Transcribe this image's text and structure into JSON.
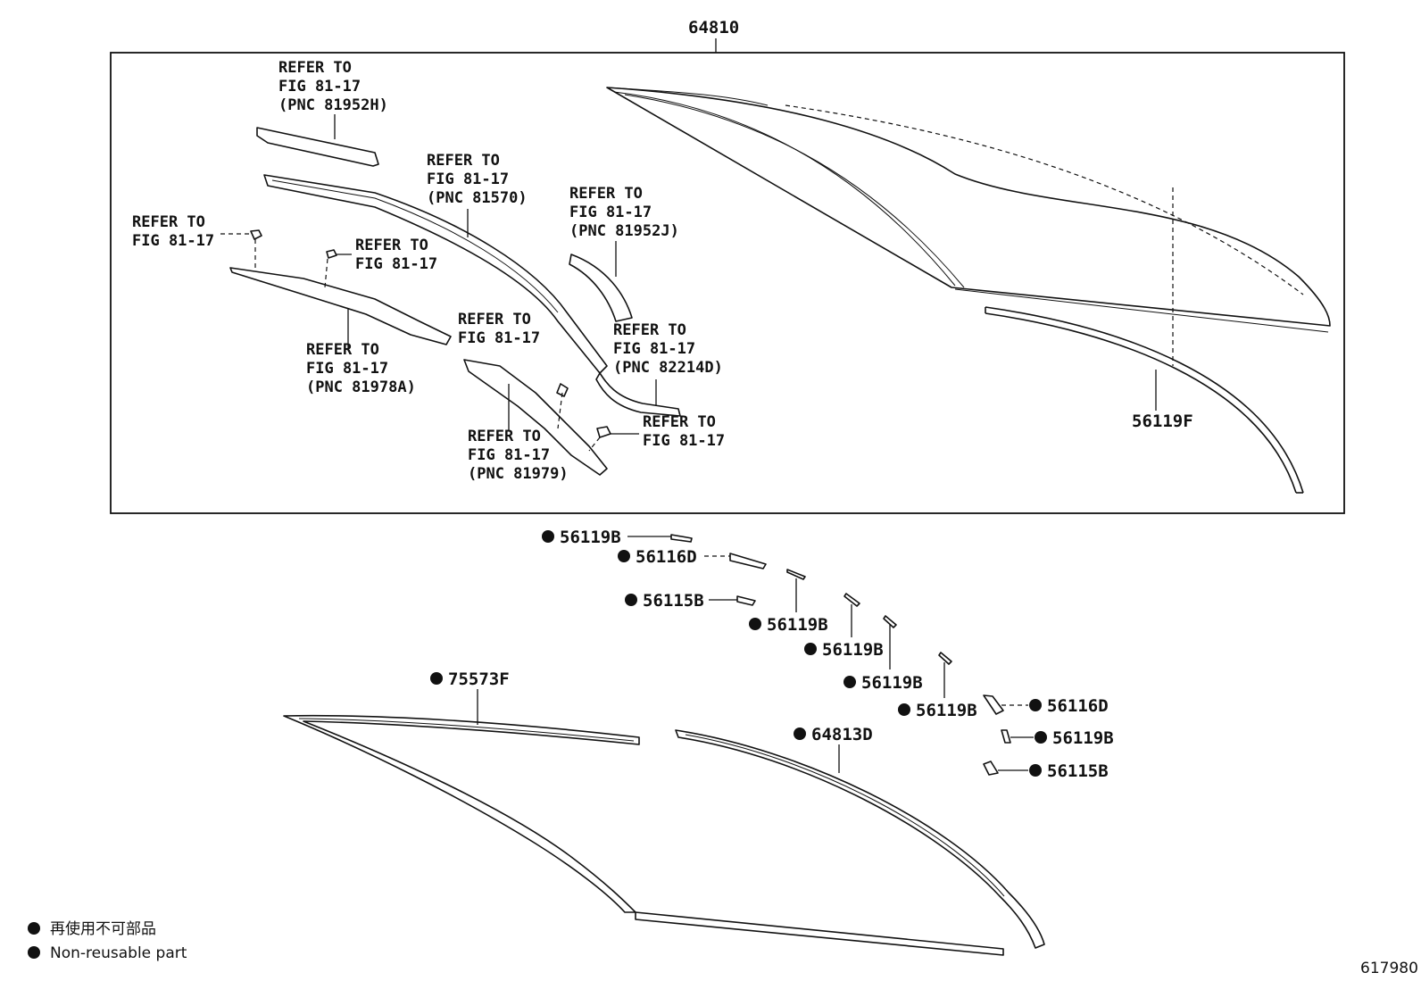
{
  "diagram": {
    "assembly_number": "64810",
    "callouts": [
      {
        "id": "refer_81952H",
        "lines": [
          "REFER TO",
          "FIG 81-17",
          "(PNC 81952H)"
        ]
      },
      {
        "id": "refer_81570",
        "lines": [
          "REFER TO",
          "FIG 81-17",
          "(PNC 81570)"
        ]
      },
      {
        "id": "refer_81952J",
        "lines": [
          "REFER TO",
          "FIG 81-17",
          "(PNC 81952J)"
        ]
      },
      {
        "id": "refer_left",
        "lines": [
          "REFER TO",
          "FIG 81-17"
        ]
      },
      {
        "id": "refer_mid",
        "lines": [
          "REFER TO",
          "FIG 81-17"
        ]
      },
      {
        "id": "refer_81978A",
        "lines": [
          "REFER TO",
          "FIG 81-17",
          "(PNC 81978A)"
        ]
      },
      {
        "id": "refer_center",
        "lines": [
          "REFER TO",
          "FIG 81-17"
        ]
      },
      {
        "id": "refer_82214D",
        "lines": [
          "REFER TO",
          "FIG 81-17",
          "(PNC 82214D)"
        ]
      },
      {
        "id": "refer_81979",
        "lines": [
          "REFER TO",
          "FIG 81-17",
          "(PNC 81979)"
        ]
      },
      {
        "id": "refer_lower_right",
        "lines": [
          "REFER TO",
          "FIG 81-17"
        ]
      }
    ],
    "part_numbers": [
      {
        "id": "p_56119F",
        "text": "56119F",
        "non_reusable": false
      },
      {
        "id": "p_56119B_a",
        "text": "56119B",
        "non_reusable": true
      },
      {
        "id": "p_56116D_a",
        "text": "56116D",
        "non_reusable": true
      },
      {
        "id": "p_56115B_a",
        "text": "56115B",
        "non_reusable": true
      },
      {
        "id": "p_56119B_b",
        "text": "56119B",
        "non_reusable": true
      },
      {
        "id": "p_56119B_c",
        "text": "56119B",
        "non_reusable": true
      },
      {
        "id": "p_56119B_d",
        "text": "56119B",
        "non_reusable": true
      },
      {
        "id": "p_56119B_e",
        "text": "56119B",
        "non_reusable": true
      },
      {
        "id": "p_75573F",
        "text": "75573F",
        "non_reusable": true
      },
      {
        "id": "p_64813D",
        "text": "64813D",
        "non_reusable": true
      },
      {
        "id": "p_56116D_b",
        "text": "56116D",
        "non_reusable": true
      },
      {
        "id": "p_56119B_f",
        "text": "56119B",
        "non_reusable": true
      },
      {
        "id": "p_56115B_b",
        "text": "56115B",
        "non_reusable": true
      }
    ],
    "legend": {
      "japanese": "再使用不可部品",
      "english": "Non-reusable part"
    },
    "figure_id": "617980"
  }
}
